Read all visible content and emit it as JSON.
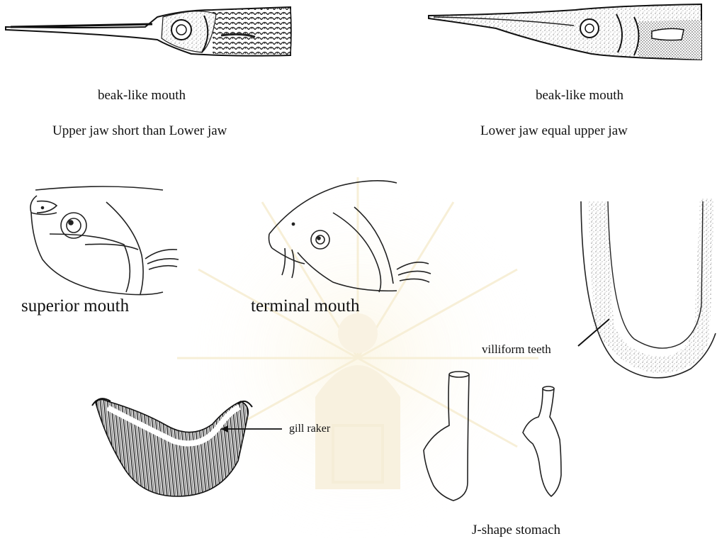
{
  "captions": {
    "top_left_mouth": "beak-like mouth",
    "top_left_jaw": "Upper jaw short than Lower jaw",
    "top_right_mouth": "beak-like mouth",
    "top_right_jaw": "Lower jaw equal upper jaw",
    "superior": "superior mouth",
    "terminal": "terminal  mouth",
    "villiform": "villiform teeth",
    "gill_raker": "gill raker",
    "stomach": "J-shape stomach"
  }
}
